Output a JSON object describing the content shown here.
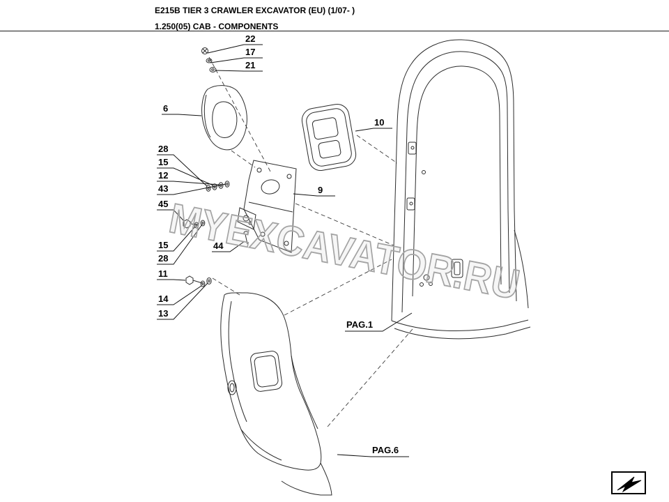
{
  "header": {
    "title": "E215B TIER 3 CRAWLER EXCAVATOR (EU) (1/07- )",
    "subtitle": "1.250(05) CAB - COMPONENTS"
  },
  "watermark": "MYEXCAVATOR.RU",
  "callouts": [
    {
      "label": "22"
    },
    {
      "label": "17"
    },
    {
      "label": "21"
    },
    {
      "label": "6"
    },
    {
      "label": "10"
    },
    {
      "label": "28"
    },
    {
      "label": "15"
    },
    {
      "label": "12"
    },
    {
      "label": "43"
    },
    {
      "label": "45"
    },
    {
      "label": "9"
    },
    {
      "label": "15"
    },
    {
      "label": "28"
    },
    {
      "label": "44"
    },
    {
      "label": "11"
    },
    {
      "label": "14"
    },
    {
      "label": "13"
    }
  ],
  "page_refs": [
    {
      "label": "PAG.1"
    },
    {
      "label": "PAG.6"
    }
  ]
}
